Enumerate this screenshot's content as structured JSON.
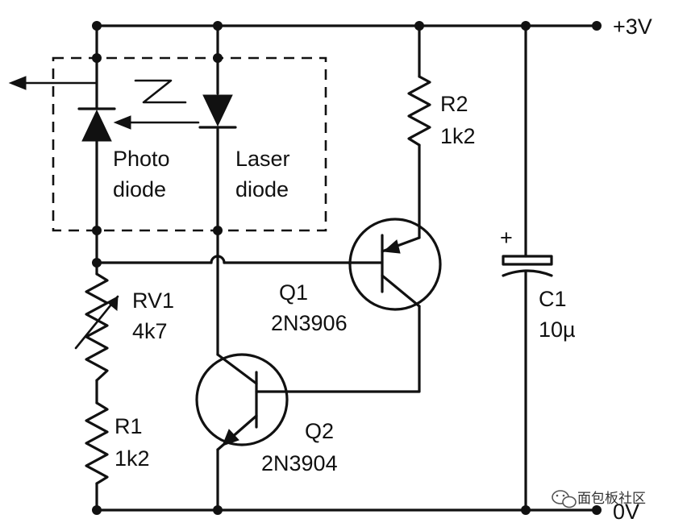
{
  "labels": {
    "supply_pos": "+3V",
    "supply_gnd": "0V",
    "photo_line1": "Photo",
    "photo_line2": "diode",
    "laser_line1": "Laser",
    "laser_line2": "diode",
    "r2_name": "R2",
    "r2_value": "1k2",
    "rv1_name": "RV1",
    "rv1_value": "4k7",
    "r1_name": "R1",
    "r1_value": "1k2",
    "q1_name": "Q1",
    "q1_part": "2N3906",
    "q2_name": "Q2",
    "q2_part": "2N3904",
    "c1_name": "C1",
    "c1_value": "10µ",
    "c1_polarity": "+"
  },
  "watermark": {
    "text": "面包板社区",
    "icon": "wechat-icon"
  }
}
